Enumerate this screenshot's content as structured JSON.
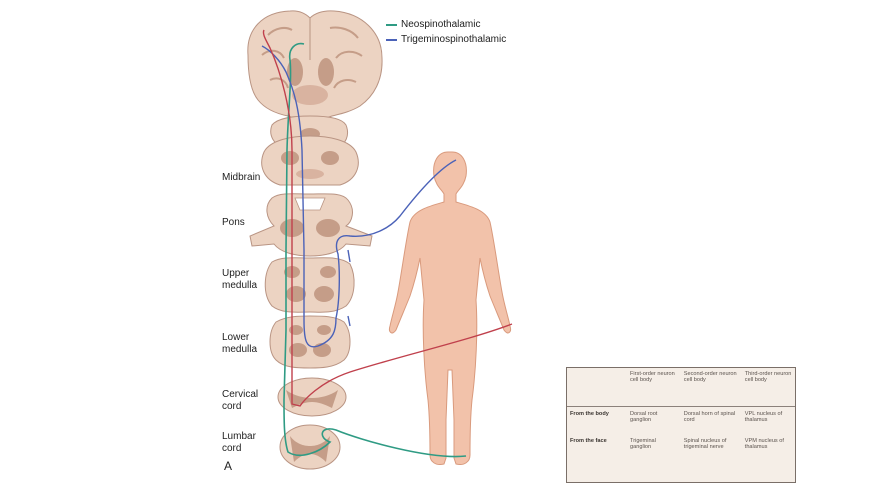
{
  "legend": [
    {
      "label": "Neospinothalamic",
      "color": "#2f9b84"
    },
    {
      "label": "Trigeminospinothalamic",
      "color": "#4b62b8"
    }
  ],
  "levels": {
    "midbrain": "Midbrain",
    "pons": "Pons",
    "upper_medulla_1": "Upper",
    "upper_medulla_2": "medulla",
    "lower_medulla_1": "Lower",
    "lower_medulla_2": "medulla",
    "cervical_1": "Cervical",
    "cervical_2": "cord",
    "lumbar_1": "Lumbar",
    "lumbar_2": "cord"
  },
  "panel_letter": "A",
  "colors": {
    "tissue": "#ecd3c2",
    "tissue_outline": "#b99483",
    "gray_matter": "#c59d88",
    "body_fill": "#f2c2aa",
    "body_outline": "#d99a7d",
    "red_path": "#c0404c"
  },
  "table": {
    "headers": [
      "",
      "First-order neuron cell body",
      "Second-order neuron cell body",
      "Third-order neuron cell body"
    ],
    "rows": [
      {
        "label": "From the body",
        "cells": [
          "Dorsal root ganglion",
          "Dorsal horn of spinal cord",
          "VPL nucleus of thalamus"
        ]
      },
      {
        "label": "From the face",
        "cells": [
          "Trigeminal ganglion",
          "Spinal nucleus of trigeminal nerve",
          "VPM nucleus of thalamus"
        ]
      }
    ]
  }
}
